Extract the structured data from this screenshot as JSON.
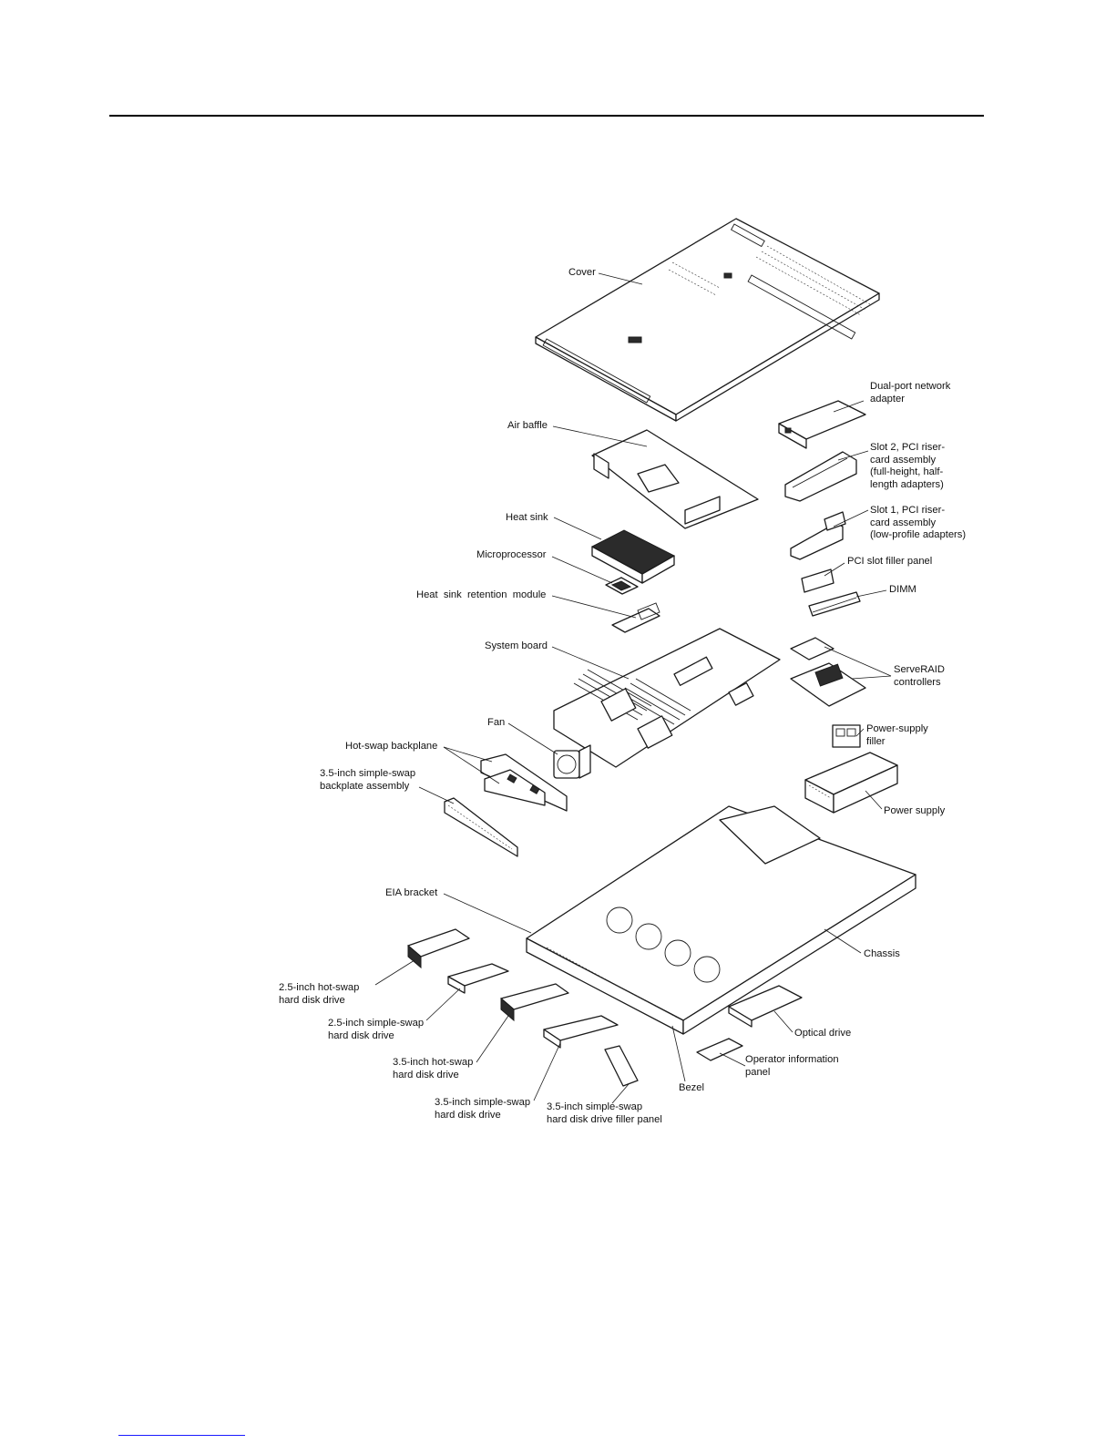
{
  "labels": {
    "cover": "Cover",
    "dual_port_network_adapter": "Dual-port network\nadapter",
    "air_baffle": "Air baffle",
    "slot2_riser": "Slot 2, PCI riser-\ncard assembly\n(full-height, half-\nlength adapters)",
    "heat_sink": "Heat sink",
    "slot1_riser": "Slot 1, PCI riser-\ncard assembly\n(low-profile adapters)",
    "microprocessor": "Microprocessor",
    "pci_slot_filler_panel": "PCI slot filler panel",
    "heat_sink_retention_module": "Heat  sink  retention  module",
    "dimm": "DIMM",
    "system_board": "System board",
    "serveraid_controllers": "ServeRAID\ncontrollers",
    "fan": "Fan",
    "power_supply_filler": "Power-supply\nfiller",
    "hot_swap_backplane": "Hot-swap backplane",
    "simple_swap_backplate_assembly": "3.5-inch simple-swap\nbackplate assembly",
    "power_supply": "Power supply",
    "eia_bracket": "EIA bracket",
    "chassis": "Chassis",
    "hdd_25_hot_swap": "2.5-inch hot-swap\nhard disk drive",
    "optical_drive": "Optical drive",
    "hdd_25_simple_swap": "2.5-inch simple-swap\nhard disk drive",
    "operator_information_panel": "Operator information\npanel",
    "hdd_35_hot_swap": "3.5-inch hot-swap\nhard disk drive",
    "bezel": "Bezel",
    "hdd_35_simple_swap": "3.5-inch simple-swap\nhard disk drive",
    "hdd_35_filler_panel": "3.5-inch simple-swap\nhard disk drive filler panel"
  }
}
